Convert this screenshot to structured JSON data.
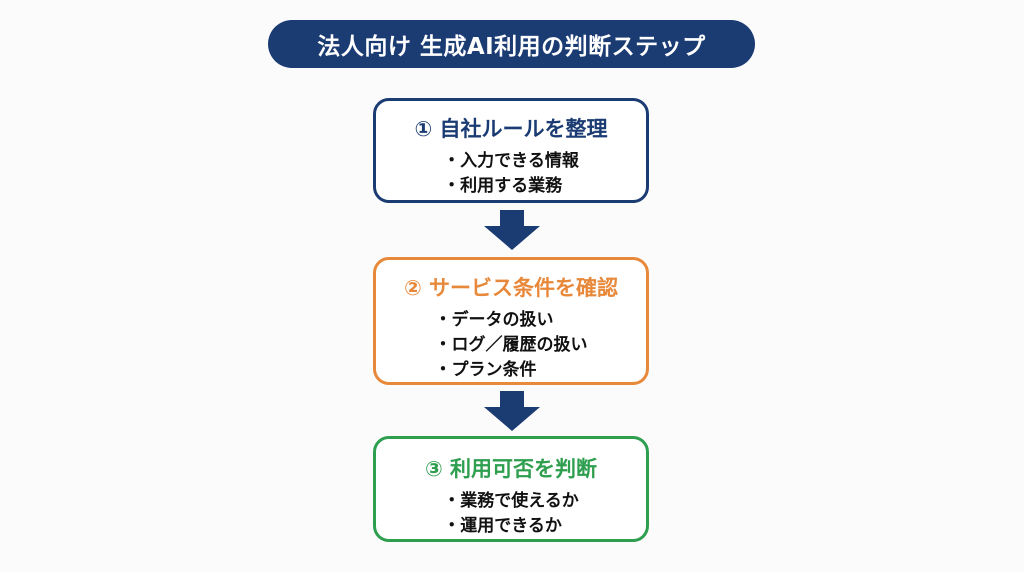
{
  "title": "法人向け 生成AI利用の判断ステップ",
  "steps": [
    {
      "heading": "① 自社ルールを整理",
      "items": [
        "入力できる情報",
        "利用する業務"
      ],
      "color": "#1b3b73"
    },
    {
      "heading": "② サービス条件を確認",
      "items": [
        "データの扱い",
        "ログ／履歴の扱い",
        "プラン条件"
      ],
      "color": "#e8883a"
    },
    {
      "heading": "③ 利用可否を判断",
      "items": [
        "業務で使えるか",
        "運用できるか"
      ],
      "color": "#2e9e4f"
    }
  ],
  "arrow_color": "#1b3b73"
}
